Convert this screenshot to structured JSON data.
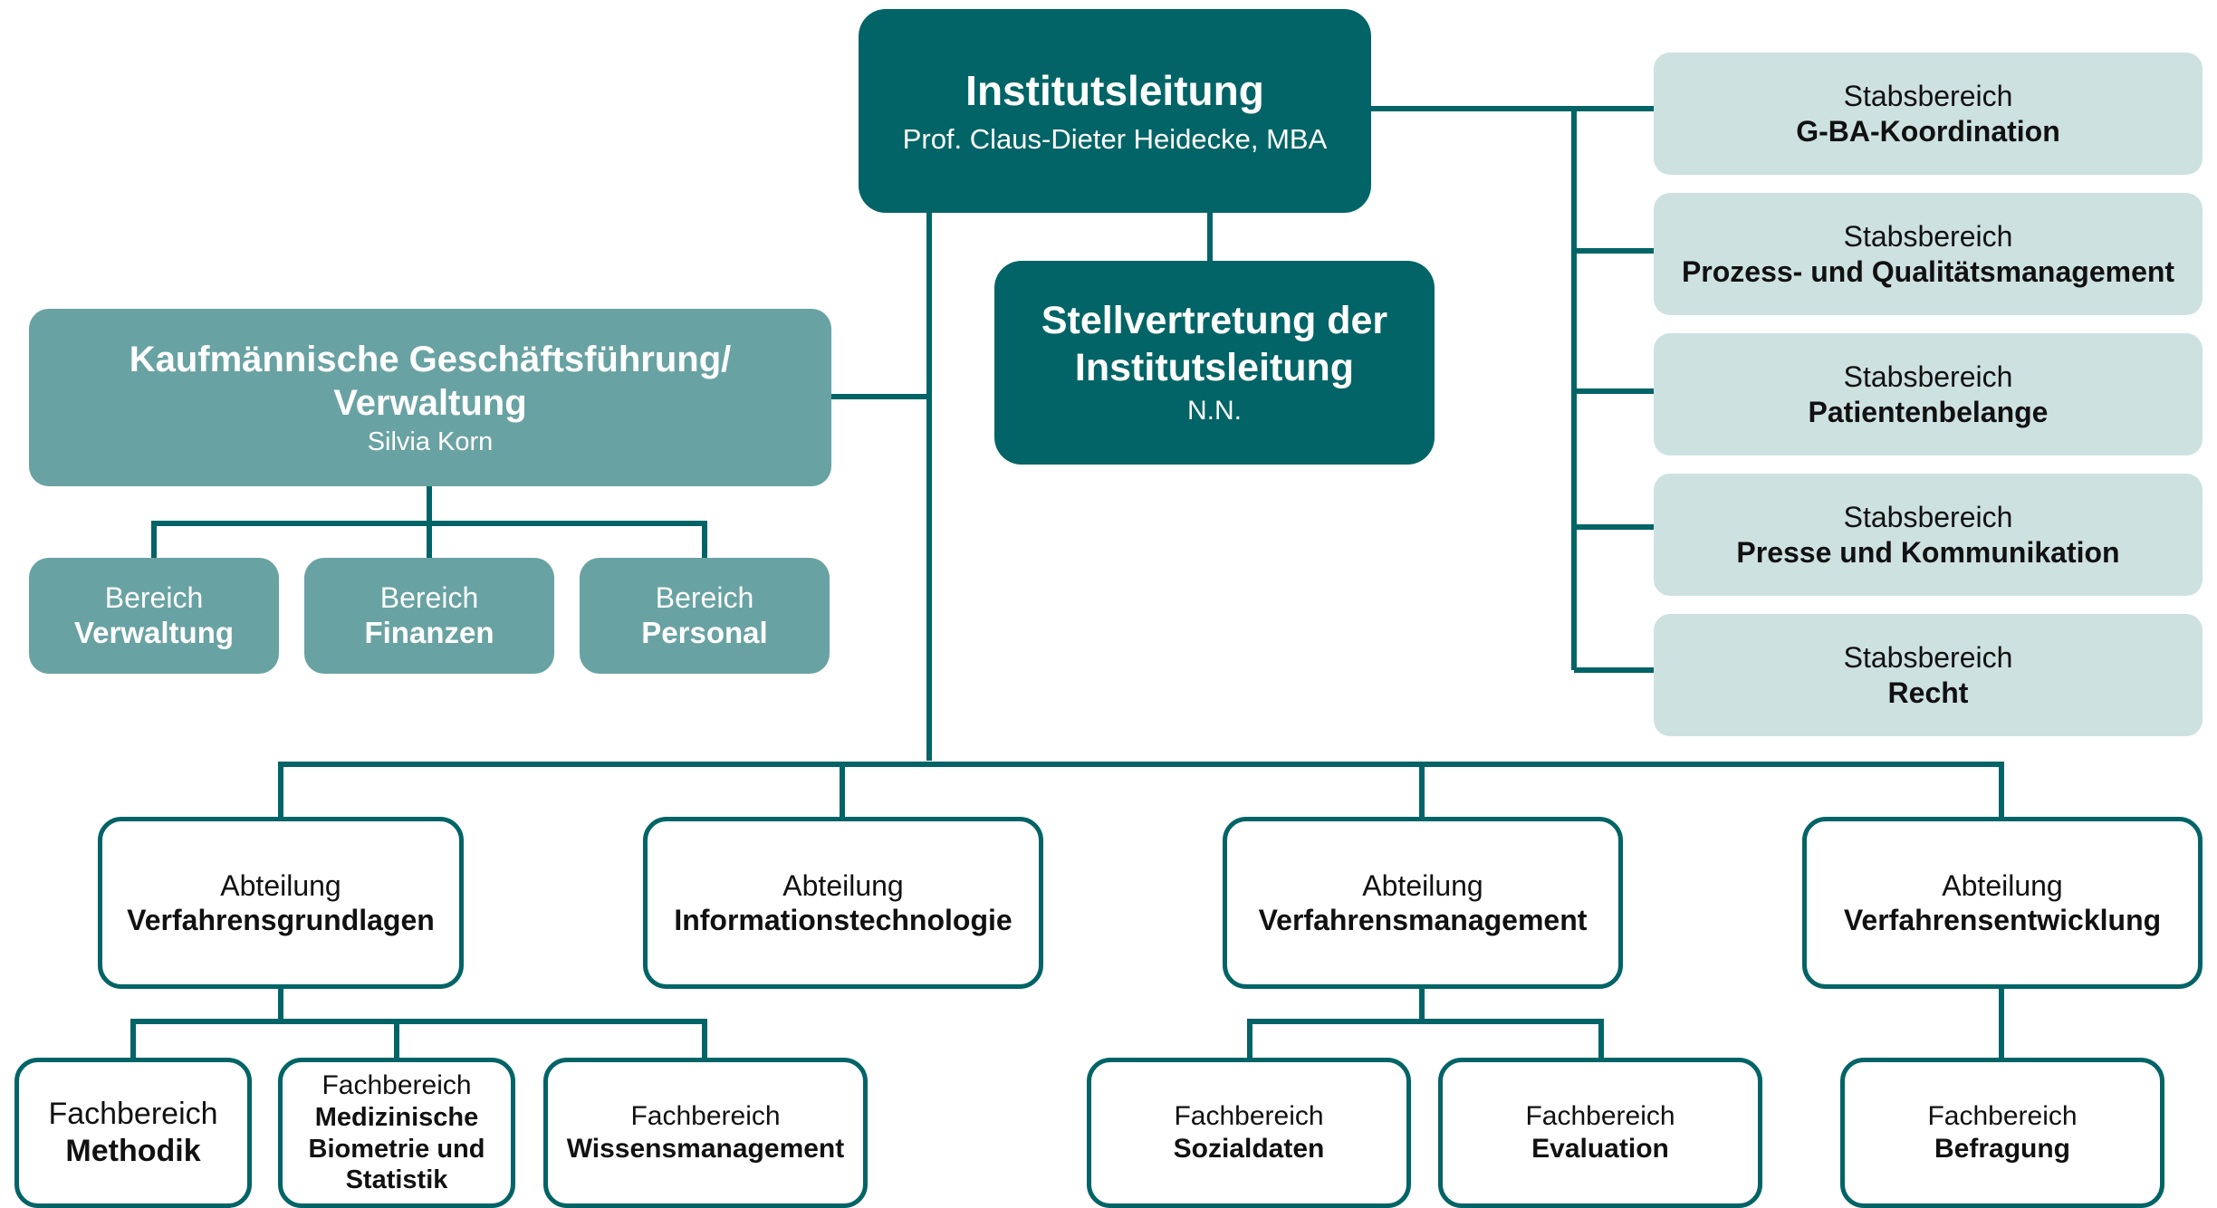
{
  "colors": {
    "dark": "#026466",
    "mid": "#69a2a3",
    "light": "#cde1e1",
    "line": "#026466",
    "white": "#ffffff"
  },
  "institutsleitung": {
    "title": "Institutsleitung",
    "name": "Prof. Claus-Dieter Heidecke, MBA"
  },
  "stellvertretung": {
    "title_line1": "Stellvertretung der",
    "title_line2": "Institutsleitung",
    "name": "N.N."
  },
  "kaufmaennisch": {
    "title_line1": "Kaufmännische Geschäftsführung/",
    "title_line2": "Verwaltung",
    "name": "Silvia Korn"
  },
  "bereiche": [
    {
      "prefix": "Bereich",
      "name": "Verwaltung"
    },
    {
      "prefix": "Bereich",
      "name": "Finanzen"
    },
    {
      "prefix": "Bereich",
      "name": "Personal"
    }
  ],
  "stabsbereiche": [
    {
      "prefix": "Stabsbereich",
      "name": "G-BA-Koordination"
    },
    {
      "prefix": "Stabsbereich",
      "name": "Prozess- und Qualitätsmanagement"
    },
    {
      "prefix": "Stabsbereich",
      "name": "Patientenbelange"
    },
    {
      "prefix": "Stabsbereich",
      "name": "Presse und Kommunikation"
    },
    {
      "prefix": "Stabsbereich",
      "name": "Recht"
    }
  ],
  "abteilungen": [
    {
      "prefix": "Abteilung",
      "name": "Verfahrensgrundlagen"
    },
    {
      "prefix": "Abteilung",
      "name": "Informationstechnologie"
    },
    {
      "prefix": "Abteilung",
      "name": "Verfahrensmanagement"
    },
    {
      "prefix": "Abteilung",
      "name": "Verfahrensentwicklung"
    }
  ],
  "fachbereiche": [
    {
      "prefix": "Fachbereich",
      "name": "Methodik"
    },
    {
      "prefix": "Fachbereich",
      "name_line1": "Medizinische",
      "name_line2": "Biometrie und",
      "name_line3": "Statistik"
    },
    {
      "prefix": "Fachbereich",
      "name": "Wissensmanagement"
    },
    {
      "prefix": "Fachbereich",
      "name": "Sozialdaten"
    },
    {
      "prefix": "Fachbereich",
      "name": "Evaluation"
    },
    {
      "prefix": "Fachbereich",
      "name": "Befragung"
    }
  ]
}
